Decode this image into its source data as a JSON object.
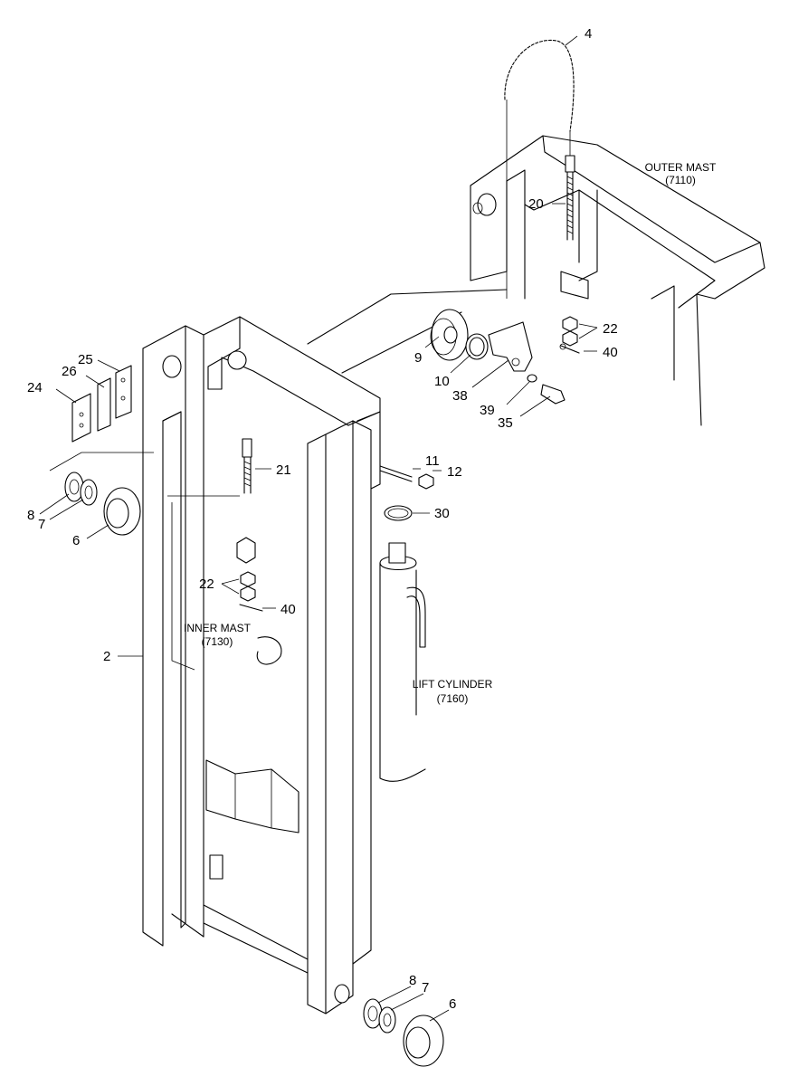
{
  "callouts": {
    "p4": "4",
    "p20": "20",
    "p22a": "22",
    "p40a": "40",
    "p9": "9",
    "p10": "10",
    "p38": "38",
    "p39": "39",
    "p35": "35",
    "p25": "25",
    "p26": "26",
    "p24": "24",
    "p21": "21",
    "p11": "11",
    "p12": "12",
    "p30": "30",
    "p8a": "8",
    "p7a": "7",
    "p6a": "6",
    "p22b": "22",
    "p40b": "40",
    "p2": "2",
    "p8b": "8",
    "p7b": "7",
    "p6b": "6"
  },
  "assemblies": {
    "outer_mast_name": "OUTER MAST",
    "outer_mast_code": "(7110)",
    "inner_mast_name": "INNER MAST",
    "inner_mast_code": "(7130)",
    "lift_cylinder_name": "LIFT CYLINDER",
    "lift_cylinder_code": "(7160)"
  }
}
